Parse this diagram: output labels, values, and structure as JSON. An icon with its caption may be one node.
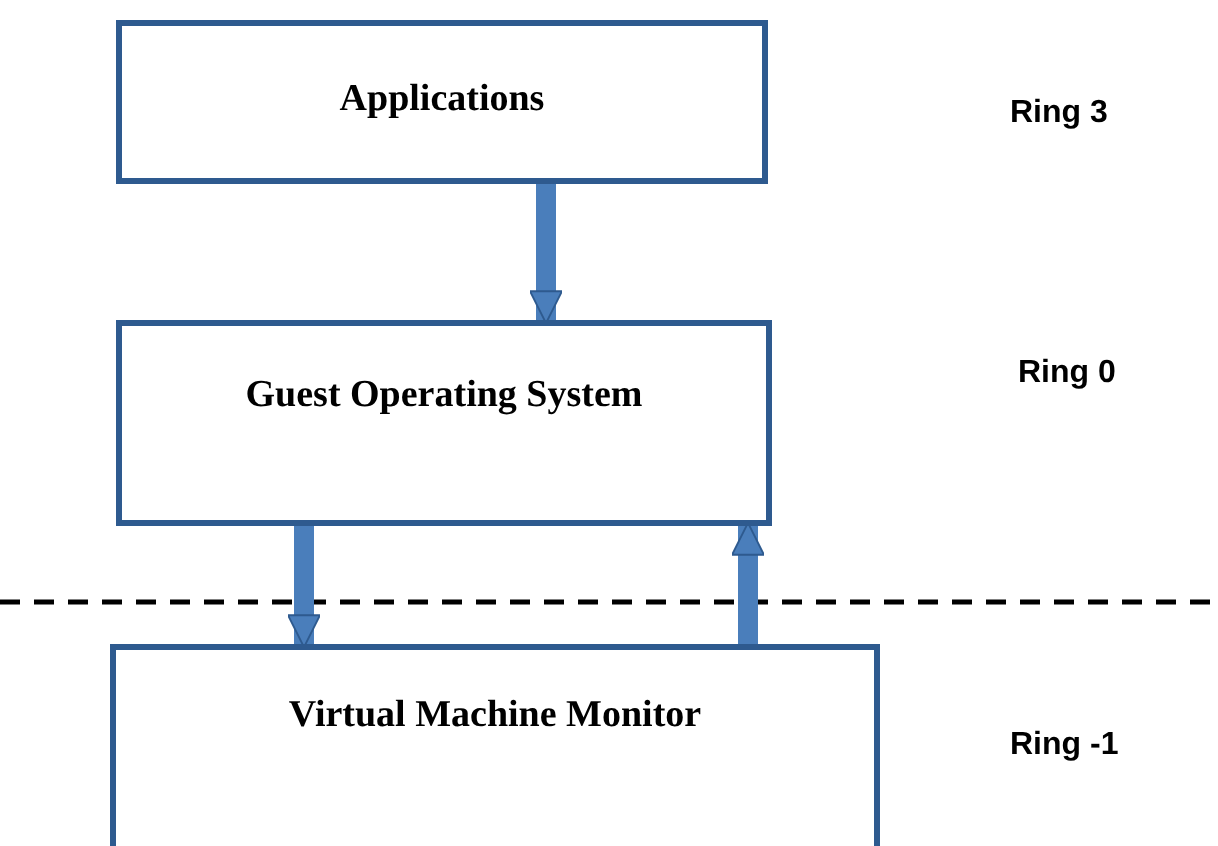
{
  "diagram": {
    "nodes": [
      {
        "text": [
          "Applications"
        ]
      },
      {
        "text": [
          "Guest Operating System"
        ]
      },
      {
        "text": [
          "Virtual Machine Monitor"
        ]
      }
    ],
    "edges": [
      {
        "from": 0,
        "to": 1,
        "arrow": "to"
      },
      {
        "from": 1,
        "to": 2,
        "arrow": "to"
      },
      {
        "from": 2,
        "to": 1,
        "arrow": "to"
      }
    ],
    "labels": [
      "Ring 3",
      "Ring 0",
      "Ring -1"
    ]
  }
}
